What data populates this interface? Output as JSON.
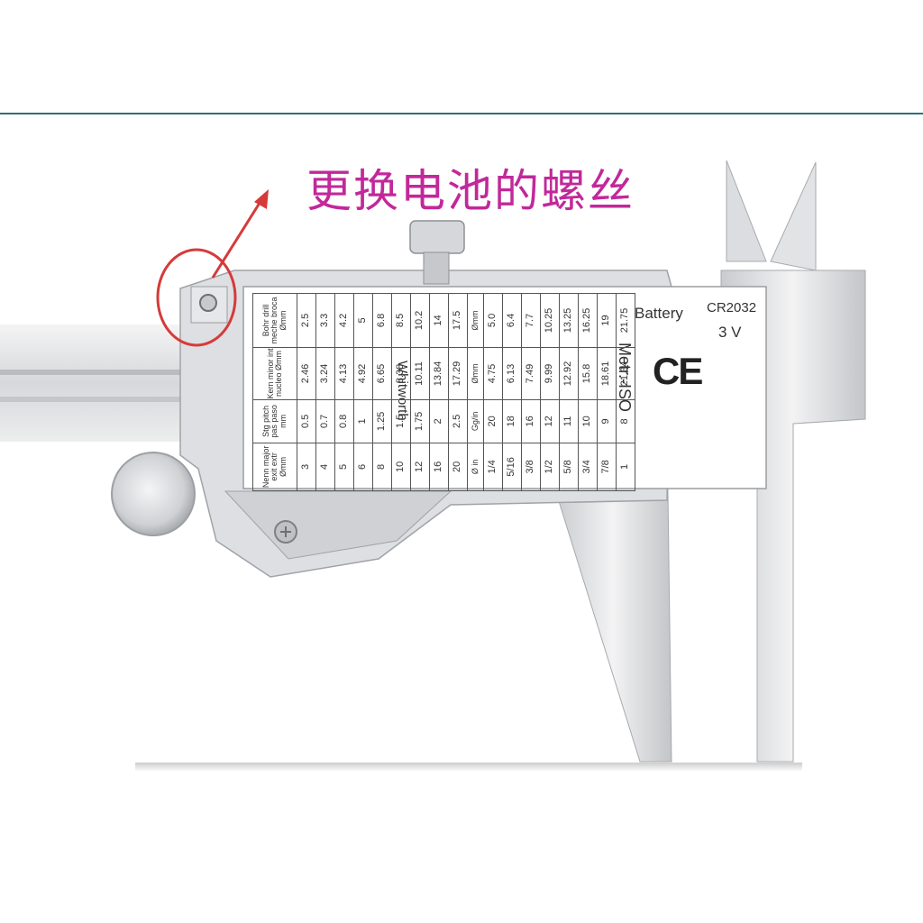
{
  "caption": {
    "text": "更换电池的螺丝",
    "color": "#c2289a"
  },
  "battery": {
    "label": "Battery",
    "model": "CR2032",
    "voltage": "3 V"
  },
  "mark": {
    "ce": "CE"
  },
  "thread_table": {
    "metric_title": "Metr.-ISO",
    "whitworth_title": "Whitworth",
    "metric_header": [
      "Nenn major exit extr Ømm",
      "Stg pitch pas paso mm",
      "Kern minor int nucleo Ømm",
      "Bohr drill meche broca Ømm"
    ],
    "metric_rows": [
      [
        "3",
        "0.5",
        "2.46",
        "2.5"
      ],
      [
        "4",
        "0.7",
        "3.24",
        "3.3"
      ],
      [
        "5",
        "0.8",
        "4.13",
        "4.2"
      ],
      [
        "6",
        "1",
        "4.92",
        "5"
      ],
      [
        "8",
        "1.25",
        "6.65",
        "6.8"
      ],
      [
        "10",
        "1.5",
        "8.38",
        "8.5"
      ],
      [
        "12",
        "1.75",
        "10.11",
        "10.2"
      ],
      [
        "16",
        "2",
        "13.84",
        "14"
      ],
      [
        "20",
        "2.5",
        "17.29",
        "17.5"
      ]
    ],
    "whitworth_header": [
      "Ø in",
      "Gg/in",
      "Ømm",
      "Ømm"
    ],
    "whitworth_rows": [
      [
        "1/4",
        "20",
        "4.75",
        "5.0"
      ],
      [
        "5/16",
        "18",
        "6.13",
        "6.4"
      ],
      [
        "3/8",
        "16",
        "7.49",
        "7.7"
      ],
      [
        "1/2",
        "12",
        "9.99",
        "10.25"
      ],
      [
        "5/8",
        "11",
        "12.92",
        "13.25"
      ],
      [
        "3/4",
        "10",
        "15.8",
        "16.25"
      ],
      [
        "7/8",
        "9",
        "18.61",
        "19"
      ],
      [
        "1",
        "8",
        "21.34",
        "21.75"
      ]
    ]
  },
  "colors": {
    "top_rule": "#2f6f7a",
    "annotation": "#d63a3a",
    "steel_light": "#e9eaec",
    "steel_dark": "#a7aaae"
  }
}
